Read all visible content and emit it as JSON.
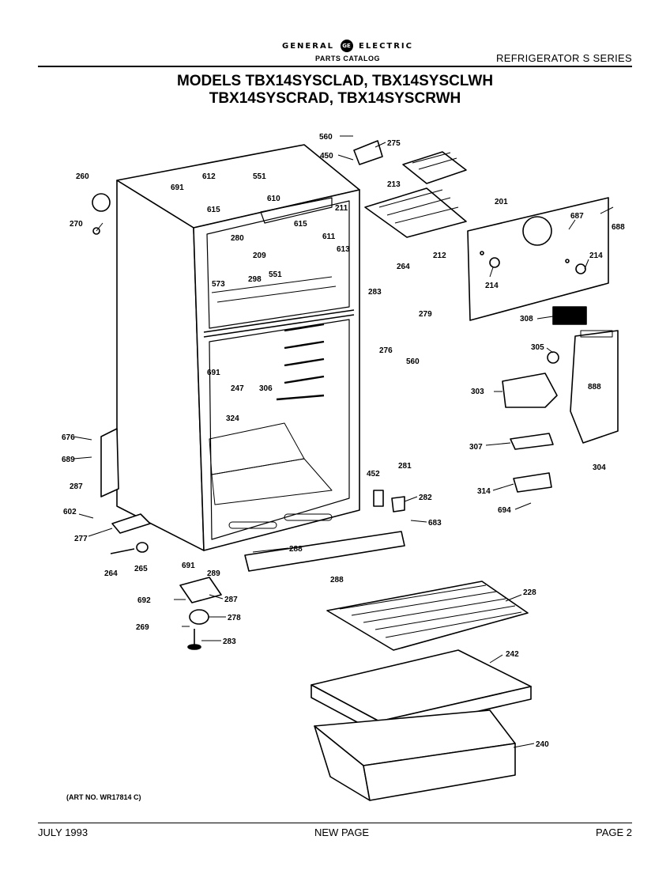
{
  "header": {
    "brand_left": "GENERAL",
    "brand_logo": "GE",
    "brand_right": "ELECTRIC",
    "catalog": "PARTS CATALOG",
    "series": "REFRIGERATOR S SERIES"
  },
  "title": {
    "line1": "MODELS TBX14SYSCLAD, TBX14SYSCLWH",
    "line2": "TBX14SYSCRAD, TBX14SYSCRWH"
  },
  "diagram": {
    "callouts": [
      "560",
      "275",
      "450",
      "213",
      "212",
      "201",
      "687",
      "688",
      "214",
      "214",
      "260",
      "270",
      "691",
      "612",
      "551",
      "610",
      "615",
      "211",
      "615",
      "611",
      "613",
      "280",
      "209",
      "573",
      "298",
      "551",
      "264",
      "283",
      "279",
      "276",
      "560",
      "308",
      "305",
      "303",
      "888",
      "307",
      "304",
      "314",
      "694",
      "691",
      "247",
      "306",
      "324",
      "676",
      "689",
      "287",
      "452",
      "281",
      "282",
      "683",
      "602",
      "277",
      "264",
      "265",
      "288",
      "691",
      "289",
      "288",
      "692",
      "287",
      "228",
      "269",
      "278",
      "283",
      "242",
      "240"
    ],
    "art_no": "(ART NO. WR17814 C)"
  },
  "footer": {
    "date": "JULY 1993",
    "status": "NEW PAGE",
    "page": "PAGE 2"
  }
}
